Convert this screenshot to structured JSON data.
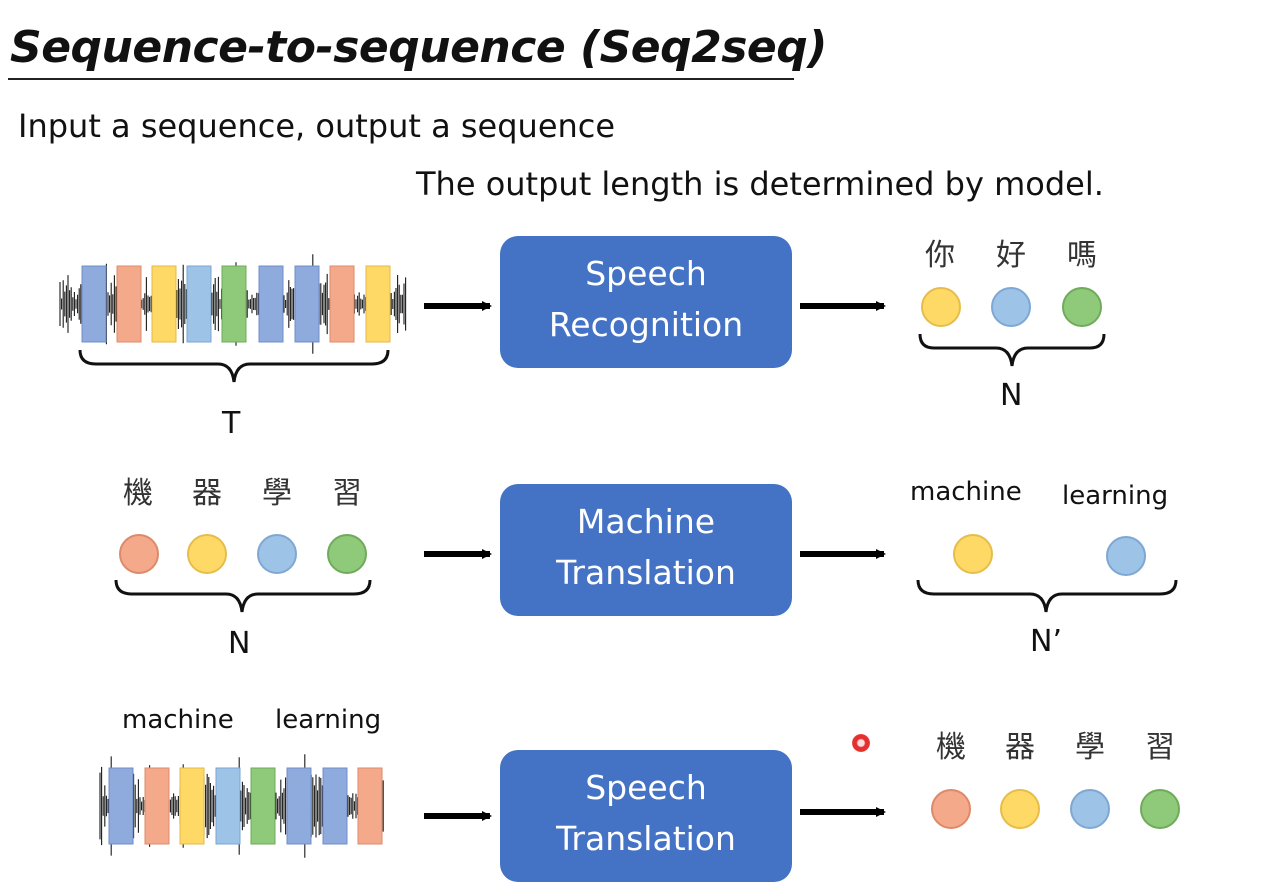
{
  "slide": {
    "title": "Sequence-to-sequence (Seq2seq)",
    "subtitle": "Input a sequence, output a sequence",
    "note": "The output length is determined by model."
  },
  "colors": {
    "box": "#4472c4",
    "token_orange": "#f4b183",
    "token_yellow": "#ffd966",
    "token_blue": "#9dc3e6",
    "token_green": "#8fc97a",
    "bar_blue": "#8faadc",
    "bar_orange": "#f4a98a",
    "bar_yellow": "#ffd966",
    "bar_lightblue": "#9dc3e6",
    "bar_green": "#8fc97a"
  },
  "rows": [
    {
      "model": {
        "line1": "Speech",
        "line2": "Recognition"
      },
      "input_label": "T",
      "output_chars": [
        "你",
        "好",
        "嗎"
      ],
      "output_label": "N"
    },
    {
      "model": {
        "line1": "Machine",
        "line2": "Translation"
      },
      "input_chars": [
        "機",
        "器",
        "學",
        "習"
      ],
      "input_label": "N",
      "output_words": [
        "machine",
        "learning"
      ],
      "output_label": "N’"
    },
    {
      "model": {
        "line1": "Speech",
        "line2": "Translation"
      },
      "input_words": [
        "machine",
        "learning"
      ],
      "output_chars": [
        "機",
        "器",
        "學",
        "習"
      ]
    }
  ],
  "icons": {
    "arrow": "arrow-right-icon",
    "brace": "curly-brace-icon",
    "waveform": "audio-waveform-icon",
    "pointer": "laser-pointer-icon"
  }
}
